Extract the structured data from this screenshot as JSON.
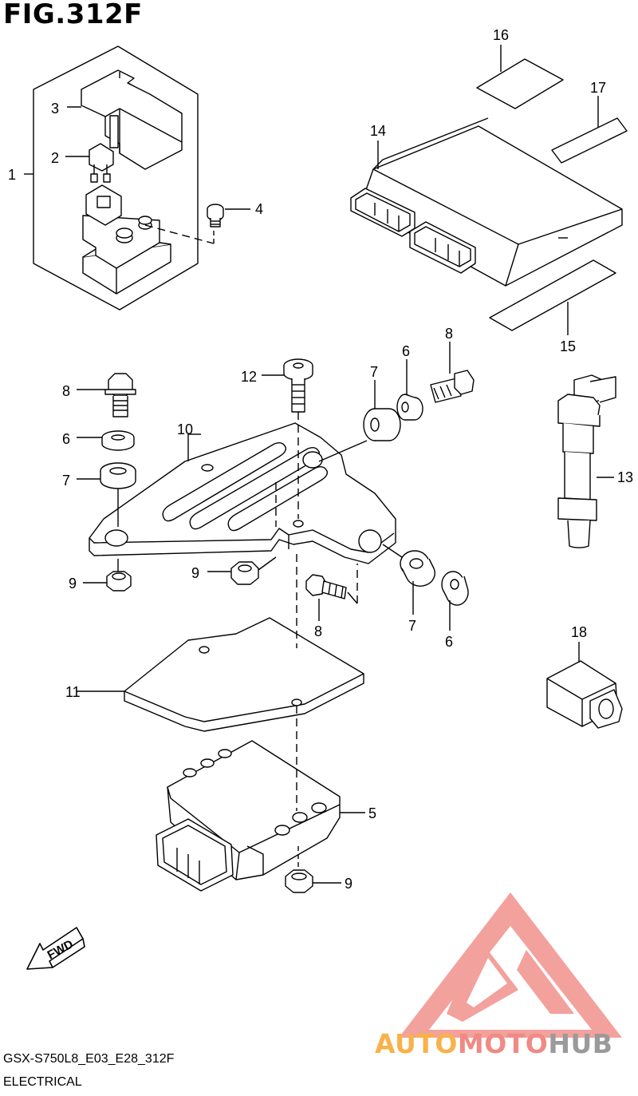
{
  "figure": {
    "title": "FIG.312F",
    "model_code": "GSX-S750L8_E03_E28_312F",
    "section_label": "ELECTRICAL"
  },
  "direction_marker": {
    "text": "FWD"
  },
  "watermark": {
    "part_a": "AUTO",
    "part_b": "MOTO",
    "part_c": "HUB",
    "colors": {
      "auto": "#f7b24a",
      "moto": "#f08a84",
      "hub": "#9a9a9a",
      "logo": "#f08a84"
    }
  },
  "callouts": [
    {
      "id": "c1",
      "label": "1"
    },
    {
      "id": "c2",
      "label": "2"
    },
    {
      "id": "c3",
      "label": "3"
    },
    {
      "id": "c4",
      "label": "4"
    },
    {
      "id": "c5",
      "label": "5"
    },
    {
      "id": "c6a",
      "label": "6"
    },
    {
      "id": "c6b",
      "label": "6"
    },
    {
      "id": "c6c",
      "label": "6"
    },
    {
      "id": "c7a",
      "label": "7"
    },
    {
      "id": "c7b",
      "label": "7"
    },
    {
      "id": "c7c",
      "label": "7"
    },
    {
      "id": "c8a",
      "label": "8"
    },
    {
      "id": "c8b",
      "label": "8"
    },
    {
      "id": "c8c",
      "label": "8"
    },
    {
      "id": "c9a",
      "label": "9"
    },
    {
      "id": "c9b",
      "label": "9"
    },
    {
      "id": "c9c",
      "label": "9"
    },
    {
      "id": "c10",
      "label": "10"
    },
    {
      "id": "c11",
      "label": "11"
    },
    {
      "id": "c12",
      "label": "12"
    },
    {
      "id": "c13",
      "label": "13"
    },
    {
      "id": "c14",
      "label": "14"
    },
    {
      "id": "c15",
      "label": "15"
    },
    {
      "id": "c16",
      "label": "16"
    },
    {
      "id": "c17",
      "label": "17"
    },
    {
      "id": "c18",
      "label": "18"
    }
  ]
}
